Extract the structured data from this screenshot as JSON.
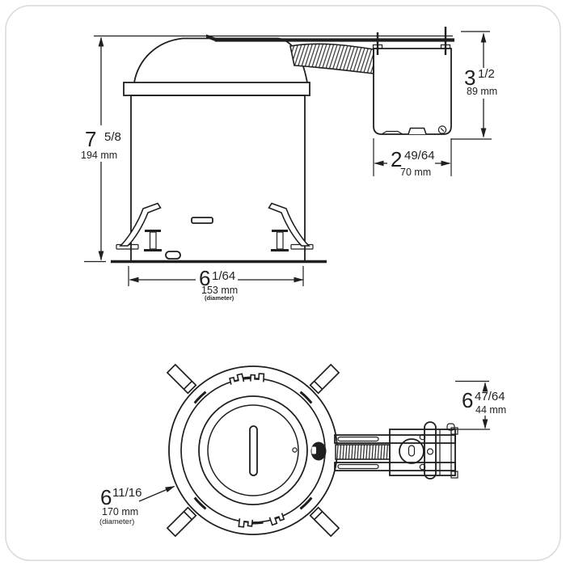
{
  "colors": {
    "line": "#1f1f1f",
    "background": "#ffffff",
    "frame": "#d9d9d9"
  },
  "views": {
    "side": {
      "dims": {
        "overall_height": {
          "whole": "7",
          "frac": "5/8",
          "metric": "194 mm"
        },
        "junction_box_height": {
          "whole": "3",
          "frac": "1/2",
          "metric": "89 mm"
        },
        "junction_box_width": {
          "whole": "2",
          "frac": "49/64",
          "metric": "70 mm"
        },
        "housing_diameter": {
          "whole": "6",
          "frac": "1/64",
          "metric": "153 mm",
          "note": "(diameter)"
        }
      }
    },
    "plan": {
      "dims": {
        "junction_box_offset": {
          "whole": "6",
          "frac": "47/64",
          "metric": "44 mm"
        },
        "flange_diameter": {
          "whole": "6",
          "frac": "11/16",
          "metric": "170 mm",
          "note": "(diameter)"
        }
      }
    }
  }
}
